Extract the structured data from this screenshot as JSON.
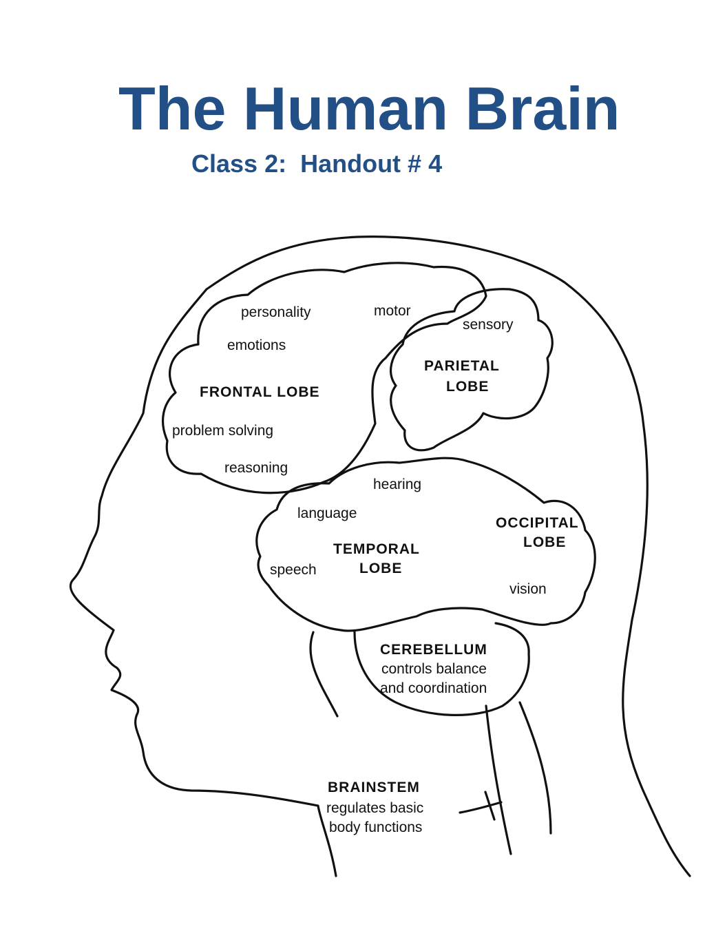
{
  "header": {
    "title": "The Human Brain",
    "subtitle": "Class 2:  Handout # 4"
  },
  "diagram": {
    "frontal_lobe": {
      "name": "FRONTAL LOBE",
      "functions": [
        "personality",
        "emotions",
        "problem solving",
        "reasoning"
      ]
    },
    "motor_label": "motor",
    "parietal_lobe": {
      "name_line1": "PARIETAL",
      "name_line2": "LOBE",
      "functions": [
        "sensory"
      ]
    },
    "temporal_lobe": {
      "name_line1": "TEMPORAL",
      "name_line2": "LOBE",
      "functions": [
        "hearing",
        "language",
        "speech"
      ]
    },
    "occipital_lobe": {
      "name_line1": "OCCIPITAL",
      "name_line2": "LOBE",
      "functions": [
        "vision"
      ]
    },
    "cerebellum": {
      "name": "CEREBELLUM",
      "desc_line1": "controls balance",
      "desc_line2": "and coordination"
    },
    "brainstem": {
      "name": "BRAINSTEM",
      "desc_line1": "regulates basic",
      "desc_line2": "body functions"
    }
  }
}
